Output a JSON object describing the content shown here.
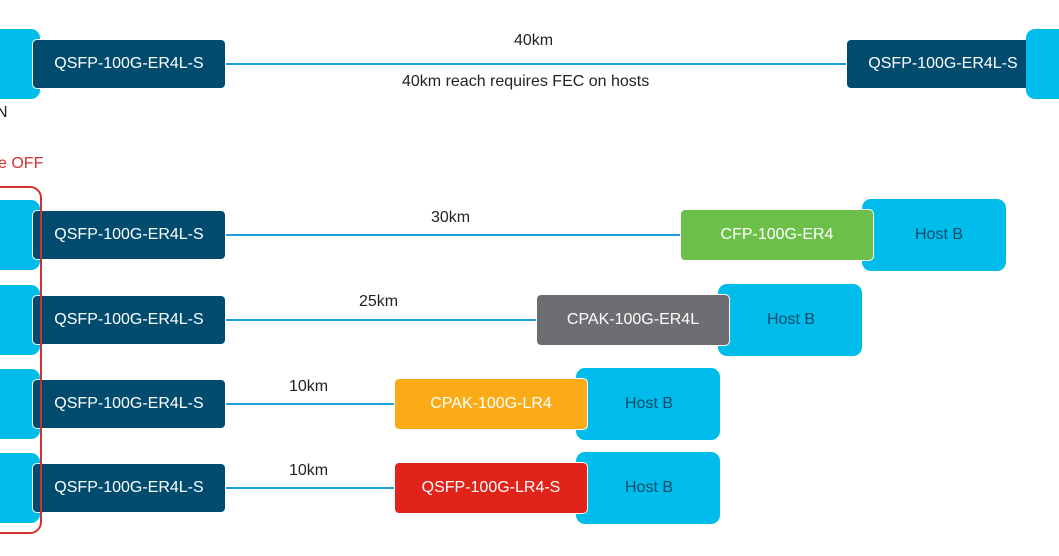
{
  "rows": [
    {
      "left_module": "QSFP-100G-ER4L-S",
      "distance": "40km",
      "note": "40km reach requires FEC on hosts",
      "right_module": "QSFP-100G-ER4L-S",
      "right_host": ""
    },
    {
      "left_module": "QSFP-100G-ER4L-S",
      "distance": "30km",
      "right_module": "CFP-100G-ER4",
      "right_host": "Host B"
    },
    {
      "left_module": "QSFP-100G-ER4L-S",
      "distance": "25km",
      "right_module": "CPAK-100G-ER4L",
      "right_host": "Host B"
    },
    {
      "left_module": "QSFP-100G-ER4L-S",
      "distance": "10km",
      "right_module": "CPAK-100G-LR4",
      "right_host": "Host B"
    },
    {
      "left_module": "QSFP-100G-ER4L-S",
      "distance": "10km",
      "right_module": "QSFP-100G-LR4-S",
      "right_host": "Host B"
    }
  ],
  "clipped_texts": {
    "fec_on_fragment": "N",
    "fec_off_fragment": "e OFF"
  },
  "colors": {
    "host": "#00bceb",
    "er4l_module": "#004b6e",
    "cfp_er4": "#6cc04a",
    "cpak_er4l": "#6d6e71",
    "cpak_lr4": "#fbab18",
    "qsfp_lr4": "#e2231a",
    "link": "#1ba0d7",
    "fec_off_highlight": "#d0312d"
  }
}
